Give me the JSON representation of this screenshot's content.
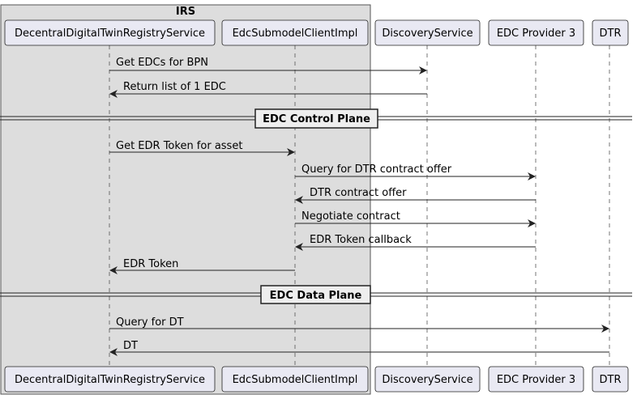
{
  "group": {
    "label": "IRS"
  },
  "participants": [
    {
      "id": "ddtr",
      "label": "DecentralDigitalTwinRegistryService"
    },
    {
      "id": "edcsub",
      "label": "EdcSubmodelClientImpl"
    },
    {
      "id": "disc",
      "label": "DiscoveryService"
    },
    {
      "id": "prov3",
      "label": "EDC Provider 3"
    },
    {
      "id": "dtr",
      "label": "DTR"
    }
  ],
  "messages": [
    {
      "from": "ddtr",
      "to": "disc",
      "label": "Get EDCs for BPN"
    },
    {
      "from": "disc",
      "to": "ddtr",
      "label": "Return list of 1 EDC"
    },
    {
      "from": "ddtr",
      "to": "edcsub",
      "label": "Get EDR Token for asset"
    },
    {
      "from": "edcsub",
      "to": "prov3",
      "label": "Query for DTR contract offer"
    },
    {
      "from": "prov3",
      "to": "edcsub",
      "label": "DTR contract offer"
    },
    {
      "from": "edcsub",
      "to": "prov3",
      "label": "Negotiate contract"
    },
    {
      "from": "prov3",
      "to": "edcsub",
      "label": "EDR Token callback"
    },
    {
      "from": "edcsub",
      "to": "ddtr",
      "label": "EDR Token"
    },
    {
      "from": "ddtr",
      "to": "dtr",
      "label": "Query for DT"
    },
    {
      "from": "dtr",
      "to": "ddtr",
      "label": "DT"
    }
  ],
  "dividers": [
    {
      "label": "EDC Control Plane"
    },
    {
      "label": "EDC Data Plane"
    }
  ]
}
